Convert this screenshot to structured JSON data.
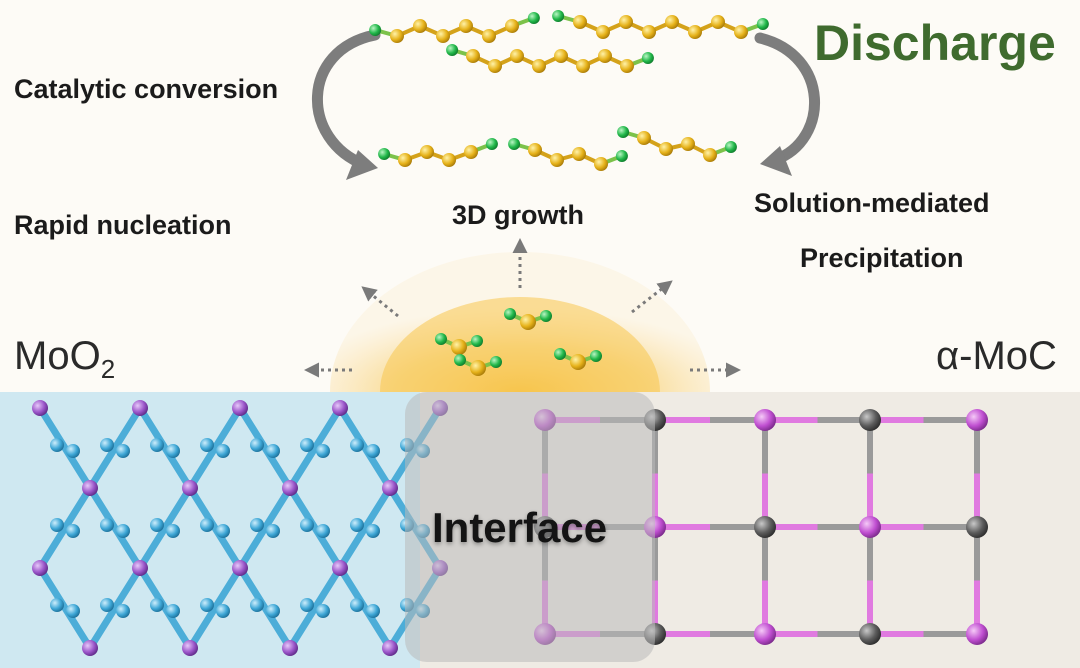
{
  "labels": {
    "catalytic": "Catalytic conversion",
    "nucleation": "Rapid nucleation",
    "growth": "3D growth",
    "solution_line1": "Solution-mediated",
    "solution_line2": "Precipitation",
    "discharge": "Discharge",
    "interface": "Interface",
    "left_material": "MoO",
    "left_material_sub": "2",
    "right_material": "α-MoC"
  },
  "colors": {
    "sulfur": "#e6b21a",
    "lithium": "#22b84a",
    "discharge_text": "#3f6b2e",
    "moo2_panel": "#cfe8f1",
    "moc_panel": "#eeeae3",
    "interface_panel": "#bdbdbd",
    "mo_atom": "#9b55c9",
    "o_atom": "#3ea7d6",
    "c_atom": "#5c5c5c",
    "moc_bond": "#e07ae0",
    "glow": "#f7c95a",
    "arrow": "#777777"
  }
}
